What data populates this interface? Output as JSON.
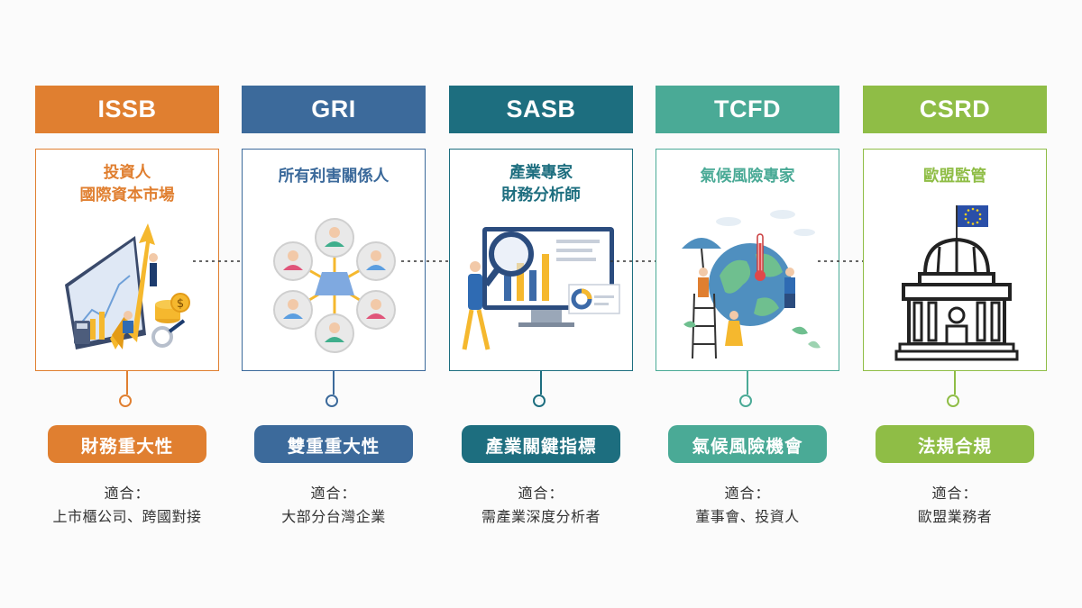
{
  "columns": [
    {
      "header": "ISSB",
      "card_title_lines": [
        "投資人",
        "國際資本市場"
      ],
      "focus": "財務重大性",
      "fit_label": "適合：",
      "fit_value": "上市櫃公司、跨國對接",
      "color": "#e07f30",
      "illustration": "finance-growth-chart-icon"
    },
    {
      "header": "GRI",
      "card_title_lines": [
        "所有利害關係人"
      ],
      "focus": "雙重重大性",
      "fit_label": "適合：",
      "fit_value": "大部分台灣企業",
      "color": "#3c6a9b",
      "illustration": "stakeholder-network-icon"
    },
    {
      "header": "SASB",
      "card_title_lines": [
        "產業專家",
        "財務分析師"
      ],
      "focus": "產業關鍵指標",
      "fit_label": "適合：",
      "fit_value": "需產業深度分析者",
      "color": "#1d6e7f",
      "illustration": "data-analysis-icon"
    },
    {
      "header": "TCFD",
      "card_title_lines": [
        "氣候風險專家"
      ],
      "focus": "氣候風險機會",
      "fit_label": "適合：",
      "fit_value": "董事會、投資人",
      "color": "#4aaa96",
      "illustration": "climate-earth-icon"
    },
    {
      "header": "CSRD",
      "card_title_lines": [
        "歐盟監管"
      ],
      "focus": "法規合規",
      "fit_label": "適合：",
      "fit_value": "歐盟業務者",
      "color": "#8fbd46",
      "illustration": "eu-government-building-icon"
    }
  ]
}
